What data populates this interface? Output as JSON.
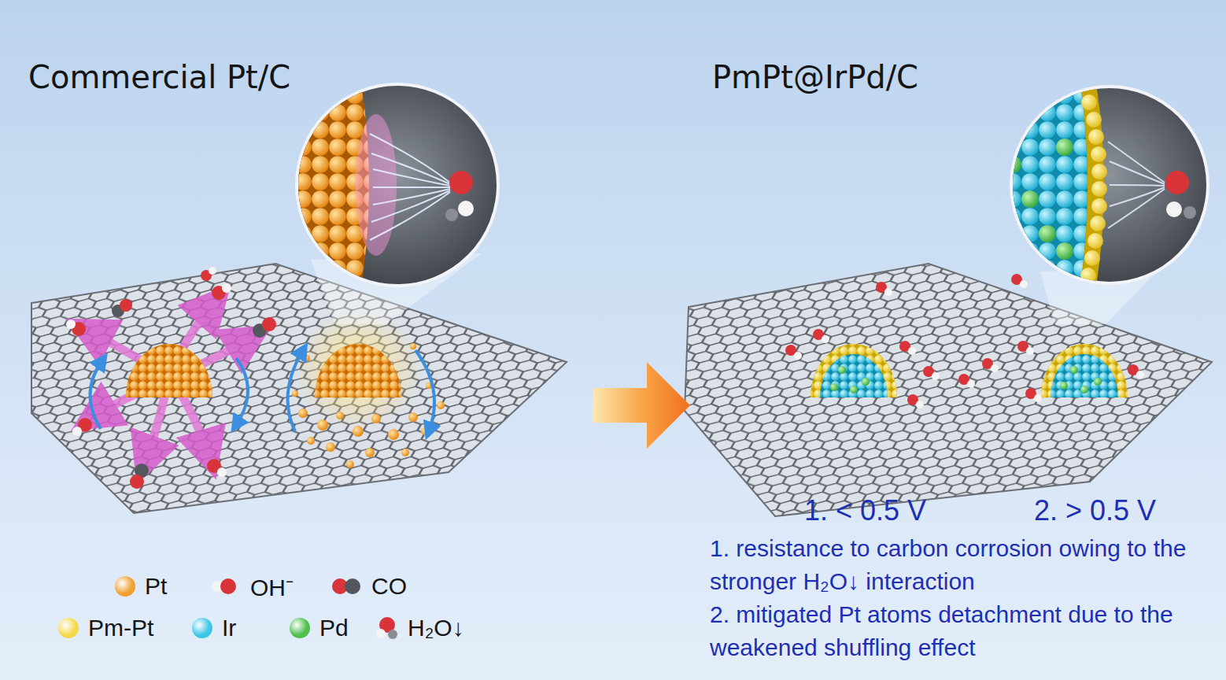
{
  "diagram": {
    "nodes": [
      {
        "text": [
          "Commercial Pt/C"
        ]
      },
      {
        "text": [
          "PmPt@IrPd/C"
        ]
      }
    ],
    "edges": [
      {
        "from": 0,
        "to": 1,
        "arrow": "to"
      }
    ],
    "labels": [
      "1. < 0.5 V",
      "2. > 0.5 V",
      "1. resistance to carbon corrosion owing to the stronger H₂O↓ interaction",
      "2. mitigated Pt atoms detachment due to the weakened shuffling effect"
    ],
    "legend": [
      {
        "text": "Pt",
        "color": "#f0a030"
      },
      {
        "text": "OH⁻"
      },
      {
        "text": "CO"
      },
      {
        "text": "Pm-Pt",
        "color": "#f5d84a"
      },
      {
        "text": "Ir",
        "color": "#3cc6e6"
      },
      {
        "text": "Pd",
        "color": "#4cc04a"
      },
      {
        "text": "H₂O↓"
      }
    ]
  }
}
